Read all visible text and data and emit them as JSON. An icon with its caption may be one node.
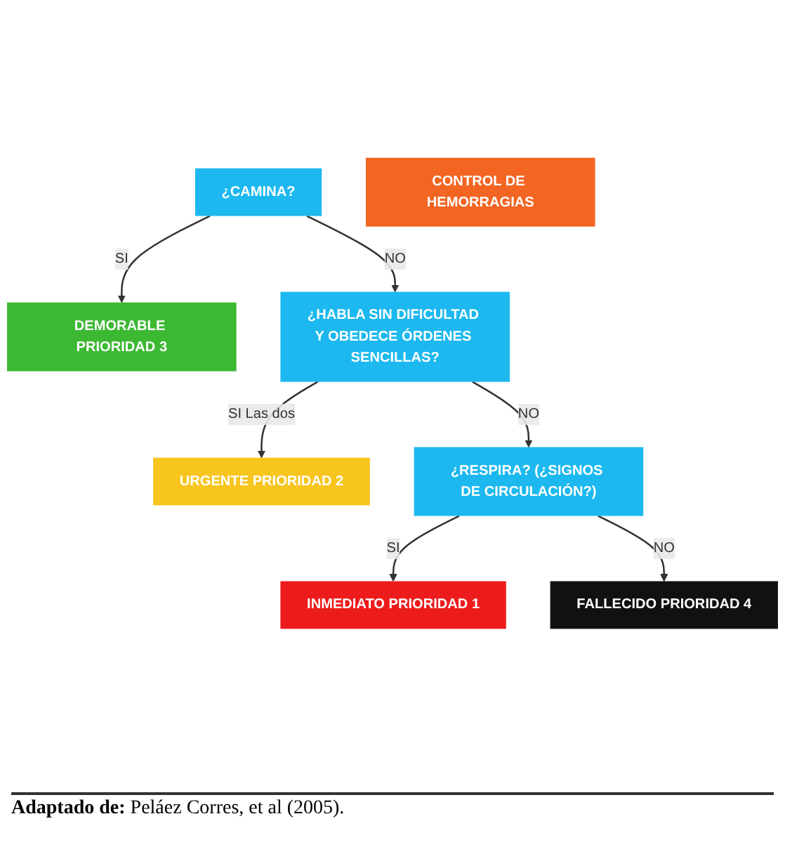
{
  "diagram": {
    "caption": "**Adaptado de:** Peláez Corres, et al (2005).",
    "nodes": [
      {
        "text": [
          "¿CAMINA?"
        ]
      },
      {
        "text": [
          "DEMORABLE PRIORIDAD 3"
        ]
      },
      {
        "text": [
          "¿HABLA SIN DIFICULTAD Y OBEDECE ÓRDENES SENCILLAS?"
        ]
      },
      {
        "text": [
          "URGENTE PRIORIDAD 2"
        ]
      },
      {
        "text": [
          "¿RESPIRA? (¿SIGNOS DE CIRCULACIÓN?)"
        ]
      },
      {
        "text": [
          "INMEDIATO PRIORIDAD 1"
        ]
      },
      {
        "text": [
          "FALLECIDO PRIORIDAD 4"
        ]
      },
      {
        "text": [
          "CONTROL DE HEMORRAGIAS"
        ]
      }
    ],
    "edges": [
      {
        "from": 0,
        "to": 1,
        "arrow": "to",
        "label": "SI"
      },
      {
        "from": 0,
        "to": 2,
        "arrow": "to",
        "label": "NO"
      },
      {
        "from": 2,
        "to": 3,
        "arrow": "to",
        "label": "SI Las dos"
      },
      {
        "from": 2,
        "to": 4,
        "arrow": "to",
        "label": "NO"
      },
      {
        "from": 4,
        "to": 5,
        "arrow": "to",
        "label": "SI"
      },
      {
        "from": 4,
        "to": 6,
        "arrow": "to",
        "label": "NO"
      }
    ]
  }
}
